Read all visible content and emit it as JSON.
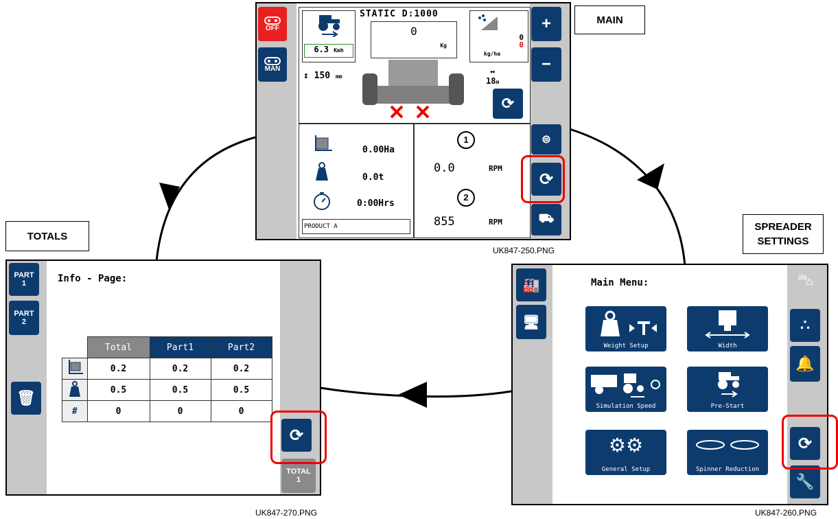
{
  "labels": {
    "main": "MAIN",
    "totals": "TOTALS",
    "spreader_settings_line1": "SPREADER",
    "spreader_settings_line2": "SETTINGS"
  },
  "captions": {
    "main": "UK847-250.PNG",
    "totals": "UK847-270.PNG",
    "spreader": "UK847-260.PNG"
  },
  "main_screen": {
    "off_label": "OFF",
    "man_label": "MAN",
    "static_title": "STATIC D:1000",
    "weight_value": "0",
    "weight_unit": "Kg",
    "speed_value": "6.3",
    "speed_unit": "Kmh",
    "height_value": "150",
    "height_unit": "mm",
    "rate_value": "0",
    "rate_target": "0",
    "rate_unit": "kg/ha",
    "width_value": "18",
    "width_unit": "m",
    "area_value": "0.00Ha",
    "tonnage_value": "0.0t",
    "hours_value": "0:00Hrs",
    "product": "PRODUCT A",
    "spinner1_value": "0.0",
    "spinner1_unit": "RPM",
    "spinner1_index": "1",
    "spinner2_value": "855",
    "spinner2_unit": "RPM",
    "spinner2_index": "2"
  },
  "totals_screen": {
    "part1_label": "PART\n1",
    "part2_label": "PART\n2",
    "title": "Info - Page:",
    "columns": [
      "Total",
      "Part1",
      "Part2"
    ],
    "rows": [
      {
        "icon": "area-icon",
        "values": [
          "0.2",
          "0.2",
          "0.2"
        ]
      },
      {
        "icon": "weight-icon",
        "values": [
          "0.5",
          "0.5",
          "0.5"
        ]
      },
      {
        "icon": "#",
        "values": [
          "0",
          "0",
          "0"
        ]
      }
    ],
    "total_label": "TOTAL\n1"
  },
  "spreader_screen": {
    "title": "Main Menu:",
    "buttons": {
      "weight_setup": "Weight Setup",
      "width": "Width",
      "simulation_speed": "Simulation Speed",
      "pre_start": "Pre-Start",
      "general_setup": "General Setup",
      "spinner_reduction": "Spinner Reduction"
    }
  },
  "colors": {
    "button_blue": "#0d3b6e",
    "highlight_red": "#e00000",
    "rail_grey": "#c8c8c8"
  }
}
